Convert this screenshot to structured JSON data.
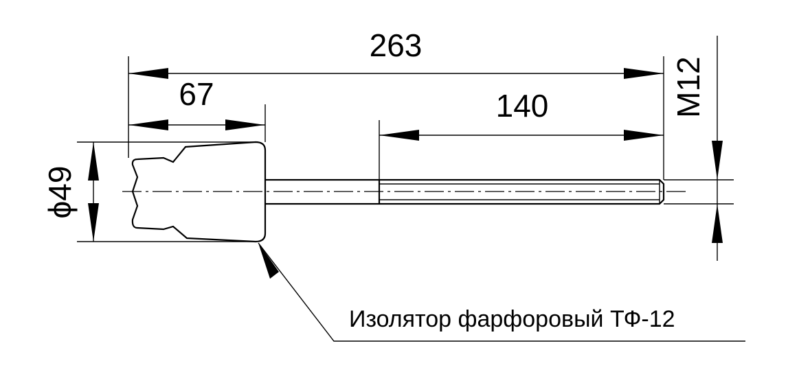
{
  "dimensions": {
    "overall_length": "263",
    "insulator_length": "67",
    "thread_length": "140",
    "diameter": "ϕ49",
    "thread_size": "M12"
  },
  "callout": {
    "label": "Изолятор фарфоровый ТФ-12"
  }
}
